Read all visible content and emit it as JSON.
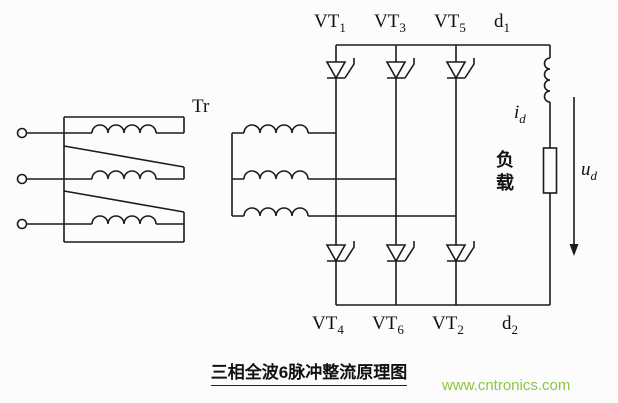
{
  "caption": "三相全波6脉冲整流原理图",
  "watermark": {
    "text": "www.cntronics.com",
    "color": "#8cc63e"
  },
  "transformer": {
    "label": "Tr"
  },
  "bridge": {
    "top_devices": [
      {
        "name": "VT",
        "sub": "1"
      },
      {
        "name": "VT",
        "sub": "3"
      },
      {
        "name": "VT",
        "sub": "5"
      }
    ],
    "bottom_devices": [
      {
        "name": "VT",
        "sub": "4"
      },
      {
        "name": "VT",
        "sub": "6"
      },
      {
        "name": "VT",
        "sub": "2"
      }
    ],
    "top_node": {
      "name": "d",
      "sub": "1"
    },
    "bottom_node": {
      "name": "d",
      "sub": "2"
    }
  },
  "output": {
    "current": {
      "name": "i",
      "sub": "d"
    },
    "voltage": {
      "name": "u",
      "sub": "d"
    },
    "load": "负载"
  },
  "colors": {
    "wire": "#1b1b1b",
    "watermark_green": "#8cc63e",
    "background": "#fcfcfc"
  }
}
